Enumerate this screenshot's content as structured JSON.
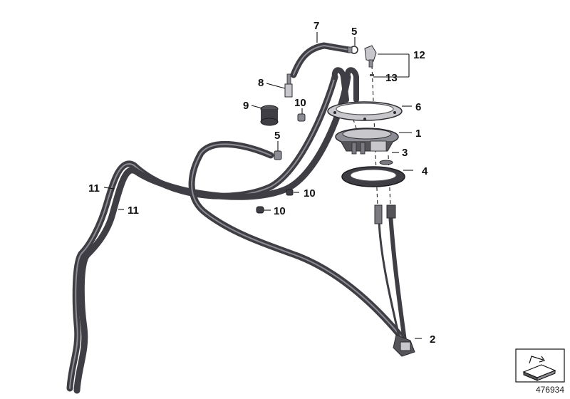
{
  "diagram": {
    "callouts": {
      "c1": "1",
      "c2": "2",
      "c3": "3",
      "c4": "4",
      "c5a": "5",
      "c5b": "5",
      "c6": "6",
      "c7": "7",
      "c8": "8",
      "c9": "9",
      "c10a": "10",
      "c10b": "10",
      "c10c": "10",
      "c11a": "11",
      "c11b": "11",
      "c12": "12",
      "c13": "13"
    },
    "reference_number": "476934",
    "colors": {
      "hose": "#3e3e44",
      "hose_highlight": "#8c8c94",
      "part_dark": "#2b2b2f",
      "part_mid": "#7a7a80",
      "part_light": "#c8c8cc",
      "callout_text": "#111111"
    },
    "icons": {
      "corner": "fold-arrow-icon"
    }
  }
}
